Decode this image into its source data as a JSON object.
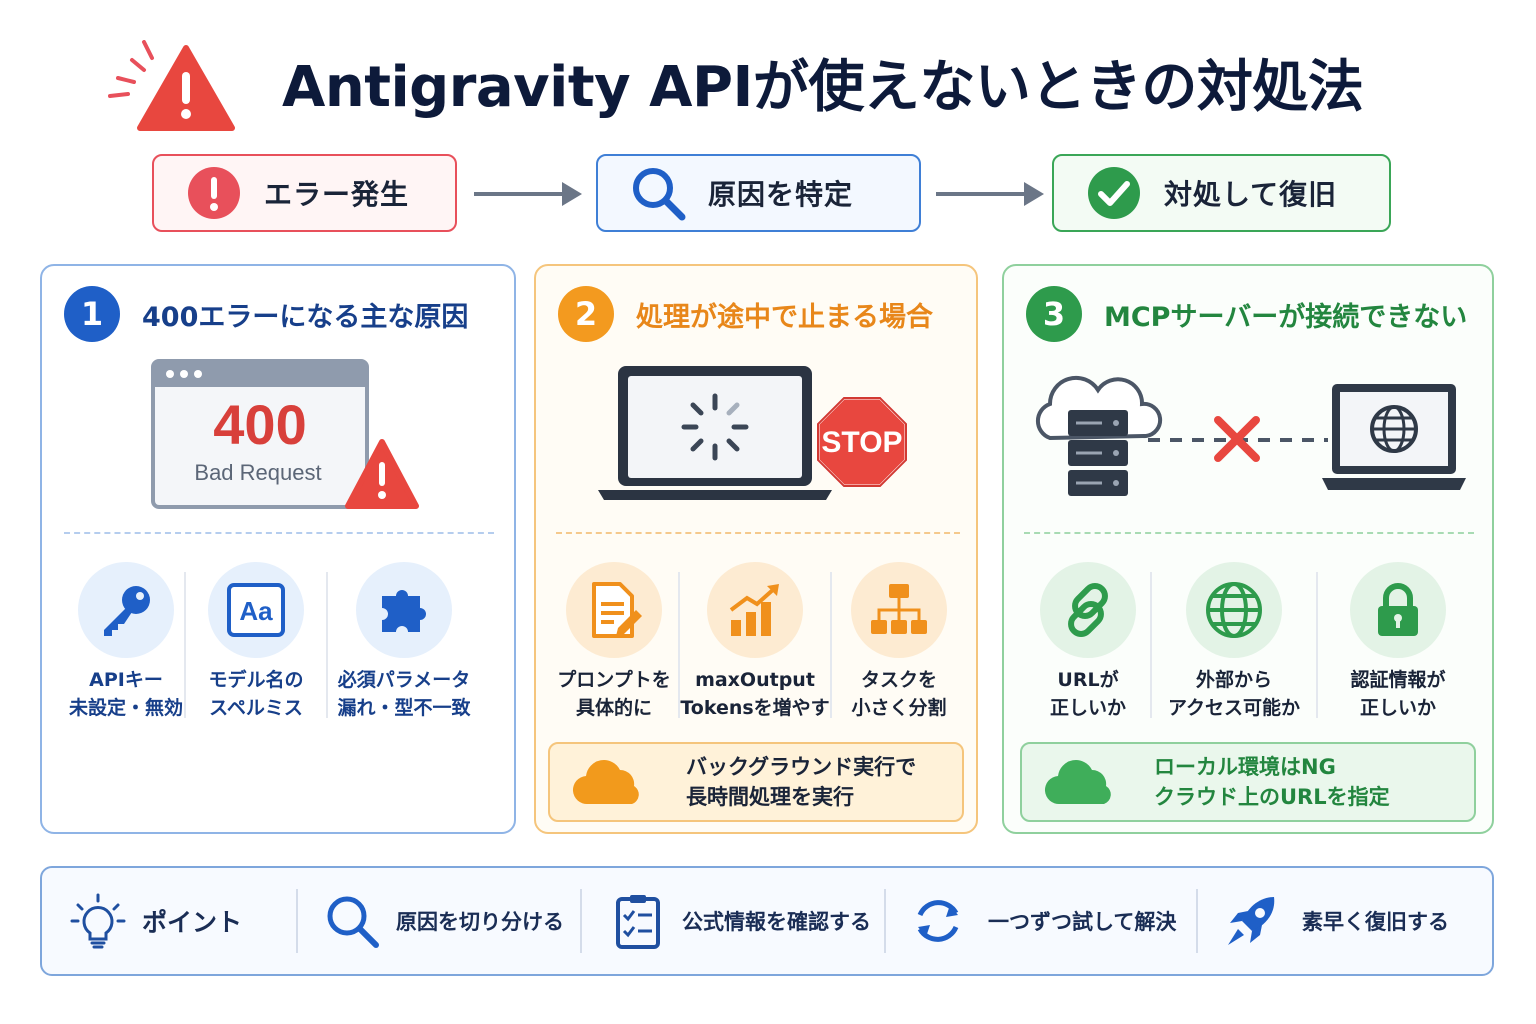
{
  "title": "Antigravity APIが使えないときの対処法",
  "flow": {
    "steps": [
      {
        "label": "エラー発生"
      },
      {
        "label": "原因を特定"
      },
      {
        "label": "対処して復旧"
      }
    ]
  },
  "cards": [
    {
      "number": "1",
      "title": "400エラーになる主な原因",
      "error_code": "400",
      "error_text": "Bad Request",
      "items": [
        {
          "icon": "key-icon",
          "label_lines": [
            "APIキー",
            "未設定・無効"
          ]
        },
        {
          "icon": "font-aa-icon",
          "label_lines": [
            "モデル名の",
            "スペルミス"
          ],
          "icon_text": "Aa"
        },
        {
          "icon": "puzzle-icon",
          "label_lines": [
            "必須パラメータ",
            "漏れ・型不一致"
          ]
        }
      ]
    },
    {
      "number": "2",
      "title": "処理が途中で止まる場合",
      "stop_text": "STOP",
      "items": [
        {
          "icon": "document-pencil-icon",
          "label_lines": [
            "プロンプトを",
            "具体的に"
          ]
        },
        {
          "icon": "bar-chart-up-icon",
          "label_lines": [
            "maxOutput",
            "Tokensを増やす"
          ]
        },
        {
          "icon": "hierarchy-icon",
          "label_lines": [
            "タスクを",
            "小さく分割"
          ]
        }
      ],
      "note_lines": [
        "バックグラウンド実行で",
        "長時間処理を実行"
      ]
    },
    {
      "number": "3",
      "title": "MCPサーバーが接続できない",
      "items": [
        {
          "icon": "link-icon",
          "label_lines": [
            "URLが",
            "正しいか"
          ]
        },
        {
          "icon": "globe-icon",
          "label_lines": [
            "外部から",
            "アクセス可能か"
          ]
        },
        {
          "icon": "lock-icon",
          "label_lines": [
            "認証情報が",
            "正しいか"
          ]
        }
      ],
      "note_lines": [
        "ローカル環境はNG",
        "クラウド上のURLを指定"
      ]
    }
  ],
  "points": [
    {
      "icon": "lightbulb-icon",
      "label": "ポイント"
    },
    {
      "icon": "search-icon",
      "label": "原因を切り分ける"
    },
    {
      "icon": "checklist-icon",
      "label": "公式情報を確認する"
    },
    {
      "icon": "refresh-icon",
      "label": "一つずつ試して解決"
    },
    {
      "icon": "rocket-icon",
      "label": "素早く復旧する"
    }
  ],
  "colors": {
    "red": "#e8505b",
    "blue": "#1f5fc7",
    "orange": "#f39a1f",
    "green": "#2e9b4c",
    "navy": "#0d1a3a"
  }
}
